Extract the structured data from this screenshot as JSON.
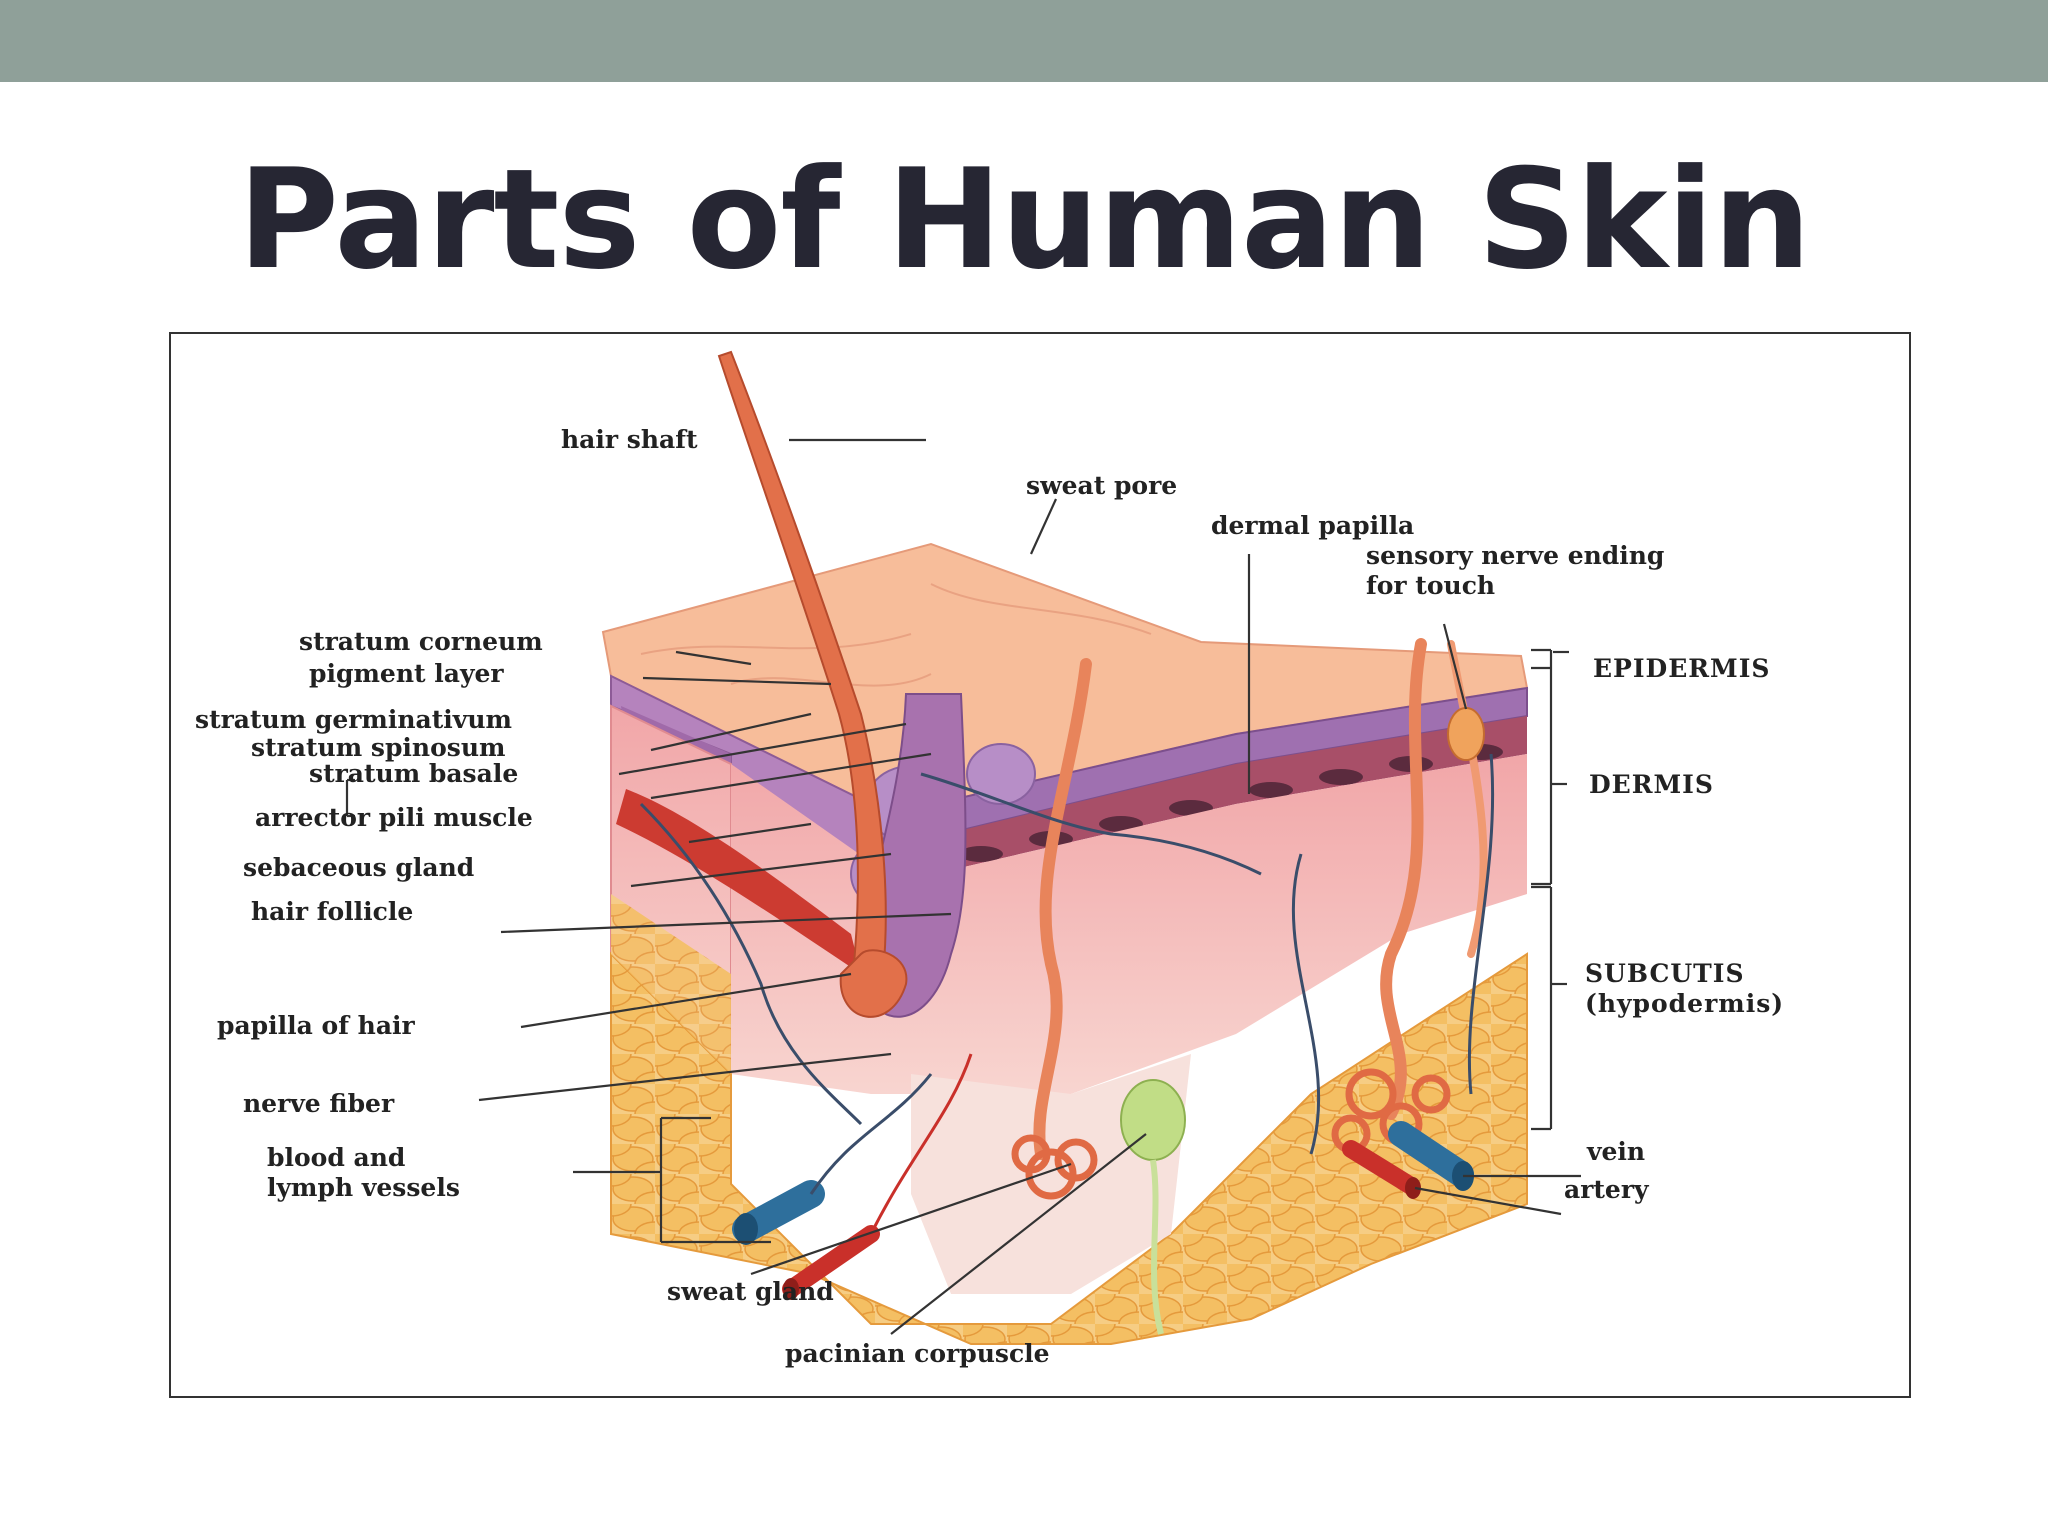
{
  "slide": {
    "title": "Parts of Human Skin",
    "colors": {
      "top_bar": "#8fa099",
      "title": "#262633",
      "frame_border": "#333333"
    }
  },
  "diagram": {
    "labels": {
      "hair_shaft": "hair shaft",
      "sweat_pore": "sweat pore",
      "dermal_papilla": "dermal papilla",
      "sensory_nerve_line1": "sensory nerve ending",
      "sensory_nerve_line2": "for touch",
      "stratum_corneum": "stratum corneum",
      "pigment_layer": "pigment layer",
      "stratum_germinativum": "stratum germinativum",
      "stratum_spinosum": "stratum spinosum",
      "stratum_basale": "stratum basale",
      "arrector_pili": "arrector pili muscle",
      "sebaceous_gland": "sebaceous gland",
      "hair_follicle": "hair follicle",
      "papilla_of_hair": "papilla of hair",
      "nerve_fiber": "nerve fiber",
      "blood_lymph_line1": "blood and",
      "blood_lymph_line2": "lymph vessels",
      "sweat_gland": "sweat gland",
      "pacinian_corpuscle": "pacinian corpuscle",
      "epidermis": "EPIDERMIS",
      "dermis": "DERMIS",
      "subcutis_line1": "SUBCUTIS",
      "subcutis_line2": "(hypodermis)",
      "vein": "vein",
      "artery": "artery"
    },
    "colors": {
      "surface": "#f6b28f",
      "epidermis_purple": "#a872ae",
      "dermis_pink": "#f3bdb7",
      "fat_yellow": "#f4c46f",
      "hair": "#e8734f",
      "vein_blue": "#2e6f9c",
      "artery_red": "#c9302a",
      "corpuscle_green": "#b9d47a",
      "nerve_line": "#3a4d6a"
    }
  }
}
